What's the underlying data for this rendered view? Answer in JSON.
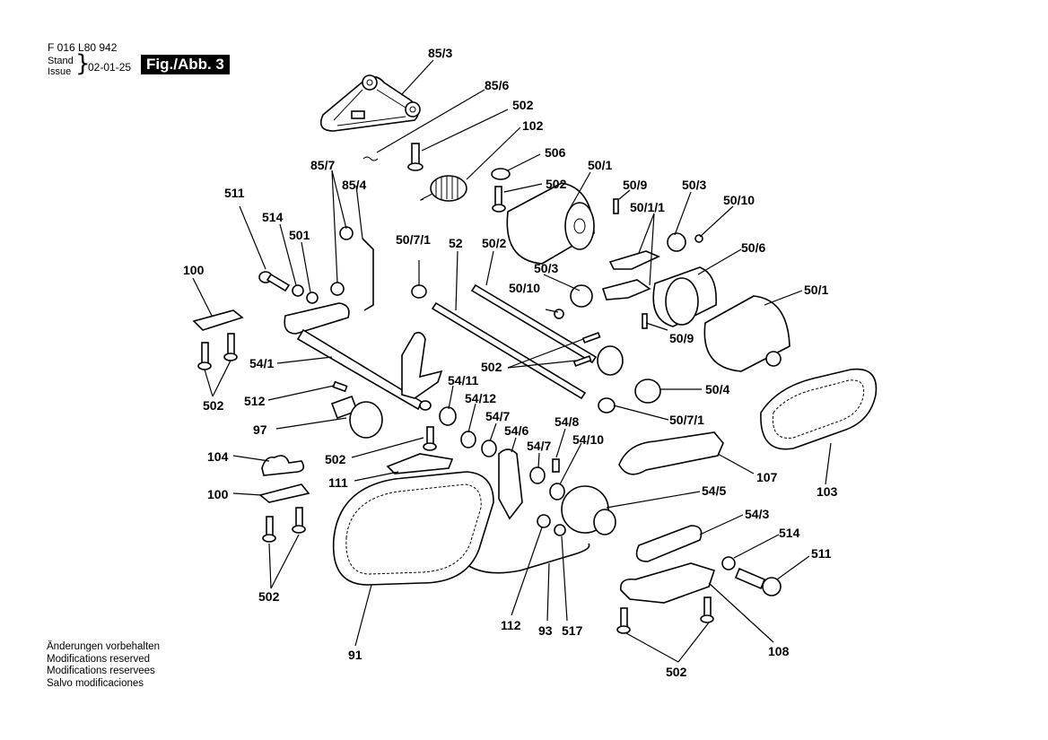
{
  "header": {
    "part_number": "F 016 L80 942",
    "stand_label": "Stand",
    "issue_label": "Issue",
    "date": "02-01-25",
    "figure_label": "Fig./Abb. 3"
  },
  "footer": {
    "lines": [
      "Änderungen vorbehalten",
      "Modifications reserved",
      "Modifications reservees",
      "Salvo modificaciones"
    ]
  },
  "callouts": [
    {
      "id": "c01",
      "text": "85/3"
    },
    {
      "id": "c02",
      "text": "85/6"
    },
    {
      "id": "c03",
      "text": "502"
    },
    {
      "id": "c04",
      "text": "102"
    },
    {
      "id": "c05",
      "text": "506"
    },
    {
      "id": "c06",
      "text": "502"
    },
    {
      "id": "c07",
      "text": "85/7"
    },
    {
      "id": "c08",
      "text": "85/4"
    },
    {
      "id": "c09",
      "text": "511"
    },
    {
      "id": "c10",
      "text": "514"
    },
    {
      "id": "c11",
      "text": "501"
    },
    {
      "id": "c12",
      "text": "100"
    },
    {
      "id": "c13",
      "text": "502"
    },
    {
      "id": "c14",
      "text": "54/1"
    },
    {
      "id": "c15",
      "text": "512"
    },
    {
      "id": "c16",
      "text": "97"
    },
    {
      "id": "c17",
      "text": "50/7/1"
    },
    {
      "id": "c18",
      "text": "52"
    },
    {
      "id": "c19",
      "text": "50/2"
    },
    {
      "id": "c20",
      "text": "50/1"
    },
    {
      "id": "c21",
      "text": "50/9"
    },
    {
      "id": "c22",
      "text": "50/1/1"
    },
    {
      "id": "c23",
      "text": "50/3"
    },
    {
      "id": "c24",
      "text": "50/10"
    },
    {
      "id": "c25",
      "text": "50/6"
    },
    {
      "id": "c26",
      "text": "50/3"
    },
    {
      "id": "c27",
      "text": "50/10"
    },
    {
      "id": "c28",
      "text": "50/1"
    },
    {
      "id": "c29",
      "text": "50/9"
    },
    {
      "id": "c30",
      "text": "502"
    },
    {
      "id": "c31",
      "text": "50/4"
    },
    {
      "id": "c32",
      "text": "50/7/1"
    },
    {
      "id": "c33",
      "text": "54/11"
    },
    {
      "id": "c34",
      "text": "54/12"
    },
    {
      "id": "c35",
      "text": "54/7"
    },
    {
      "id": "c36",
      "text": "54/6"
    },
    {
      "id": "c37",
      "text": "54/8"
    },
    {
      "id": "c38",
      "text": "54/7"
    },
    {
      "id": "c39",
      "text": "54/10"
    },
    {
      "id": "c40",
      "text": "502"
    },
    {
      "id": "c41",
      "text": "104"
    },
    {
      "id": "c42",
      "text": "111"
    },
    {
      "id": "c43",
      "text": "100"
    },
    {
      "id": "c44",
      "text": "107"
    },
    {
      "id": "c45",
      "text": "103"
    },
    {
      "id": "c46",
      "text": "54/5"
    },
    {
      "id": "c47",
      "text": "54/3"
    },
    {
      "id": "c48",
      "text": "514"
    },
    {
      "id": "c49",
      "text": "511"
    },
    {
      "id": "c50",
      "text": "502"
    },
    {
      "id": "c51",
      "text": "112"
    },
    {
      "id": "c52",
      "text": "93"
    },
    {
      "id": "c53",
      "text": "517"
    },
    {
      "id": "c54",
      "text": "108"
    },
    {
      "id": "c55",
      "text": "502"
    },
    {
      "id": "c56",
      "text": "91"
    }
  ]
}
